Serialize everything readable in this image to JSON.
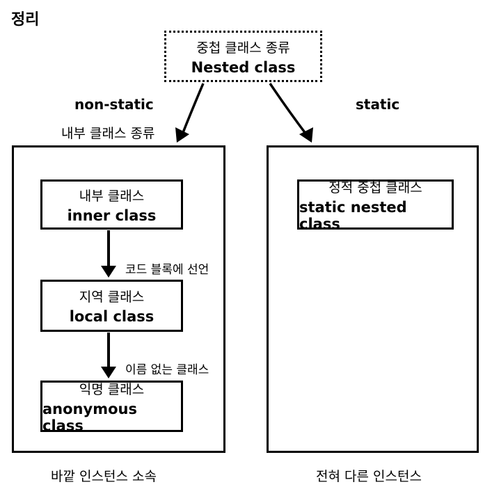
{
  "title": "정리",
  "root": {
    "ko": "중첩 클래스 종류",
    "en": "Nested class"
  },
  "left_branch": {
    "label": "non-static",
    "sublabel": "내부 클래스 종류"
  },
  "right_branch": {
    "label": "static"
  },
  "left_panel": {
    "boxes": [
      {
        "ko": "내부 클래스",
        "en": "inner class"
      },
      {
        "ko": "지역 클래스",
        "en": "local class"
      },
      {
        "ko": "익명 클래스",
        "en": "anonymous class"
      }
    ],
    "arrow_labels": [
      "코드 블록에 선언",
      "이름 없는 클래스"
    ],
    "caption": "바깥 인스턴스 소속"
  },
  "right_panel": {
    "box": {
      "ko": "정적 중첩 클래스",
      "en": "static nested class"
    },
    "caption": "전혀 다른 인스턴스"
  }
}
